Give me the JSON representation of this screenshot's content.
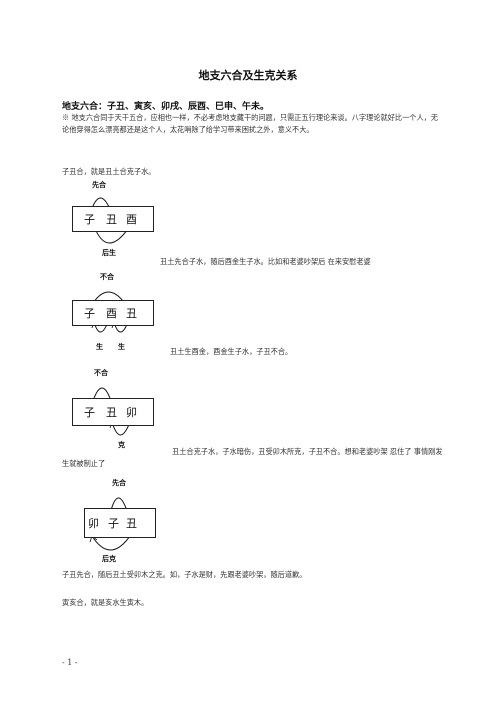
{
  "title": "地支六合及生克关系",
  "heading": "地支六合：子丑、寅亥、卯戌、辰酉、巳申、午未。",
  "intro": "※ 地支六合同于天干五合，应相也一样，不必考虑地支藏干的问题，只需正五行理论来谈。八字理论就好比一个人，无论他穿得怎么漂亮都还是这个人，太花哨除了给学习带来困扰之外，意义不大。",
  "zichou_line": "子丑合，就是丑土合克子水。",
  "diagram1": {
    "top": "先合",
    "bottom": "后生",
    "chars": [
      "子",
      "丑",
      "酉"
    ]
  },
  "caption1": "丑土先合子水，随后酉金生子水。比如和老婆吵架后 在来安慰老婆",
  "diagram2": {
    "top": "不合",
    "bottom_left": "生",
    "bottom_right": "生",
    "chars": [
      "子",
      "酉",
      "丑"
    ]
  },
  "caption2": "丑土生酉金，酉金生子水，子丑不合。",
  "diagram3": {
    "top": "不合",
    "bottom": "克",
    "chars": [
      "子",
      "丑",
      "卯"
    ]
  },
  "caption3": "丑土合克子水，子水暗伤，丑受卯木所克，子丑不合。想和老婆吵架 忍住了 事情刚发生就被制止了",
  "diagram4": {
    "top": "先合",
    "bottom": "后克",
    "chars": [
      "卯",
      "子",
      "丑"
    ]
  },
  "caption4": "子丑先合，随后丑土受卯木之克。如，子水是财，先跟老婆吵架，随后道歉。",
  "yinhai_line": "寅亥合，就是亥水生寅木。",
  "page_number": "- 1 -"
}
